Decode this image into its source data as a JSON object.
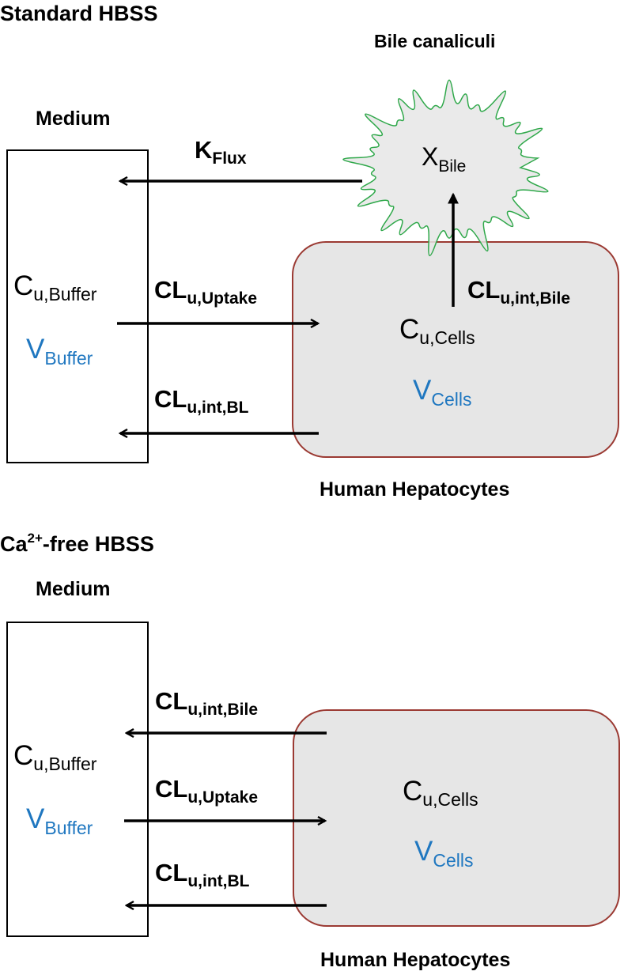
{
  "colors": {
    "cell_fill": "#e6e6e6",
    "cell_stroke": "#9b3a33",
    "bile_stroke": "#2fa84a",
    "volume_text": "#1f77c0",
    "medium_stroke": "#000000"
  },
  "panel_a": {
    "title": "Standard HBSS",
    "bile_label": "Bile canaliculi",
    "medium_label": "Medium",
    "hepatocytes_label": "Human Hepatocytes",
    "kflux": {
      "main": "K",
      "sub": "Flux"
    },
    "x_bile": {
      "main": "X",
      "sub": "Bile"
    },
    "c_buffer": {
      "main": "C",
      "sub": "u,Buffer"
    },
    "v_buffer": {
      "main": "V",
      "sub": "Buffer"
    },
    "c_cells": {
      "main": "C",
      "sub": "u,Cells"
    },
    "v_cells": {
      "main": "V",
      "sub": "Cells"
    },
    "cl_uptake": {
      "main": "CL",
      "sub": "u,Uptake"
    },
    "cl_bl": {
      "main": "CL",
      "sub": "u,int,BL"
    },
    "cl_bile": {
      "main": "CL",
      "sub": "u,int,Bile"
    }
  },
  "panel_b": {
    "title_prefix": "Ca",
    "title_sup": "2+",
    "title_suffix": "-free HBSS",
    "medium_label": "Medium",
    "hepatocytes_label": "Human Hepatocytes",
    "c_buffer": {
      "main": "C",
      "sub": "u,Buffer"
    },
    "v_buffer": {
      "main": "V",
      "sub": "Buffer"
    },
    "c_cells": {
      "main": "C",
      "sub": "u,Cells"
    },
    "v_cells": {
      "main": "V",
      "sub": "Cells"
    },
    "cl_bile": {
      "main": "CL",
      "sub": "u,int,Bile"
    },
    "cl_uptake": {
      "main": "CL",
      "sub": "u,Uptake"
    },
    "cl_bl": {
      "main": "CL",
      "sub": "u,int,BL"
    }
  }
}
